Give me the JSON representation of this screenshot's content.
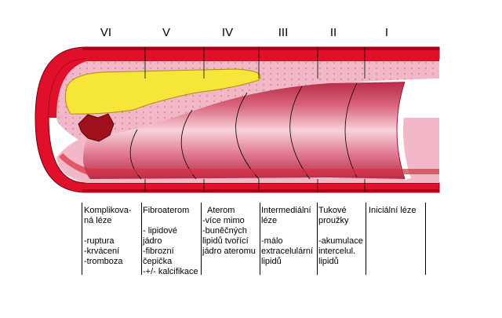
{
  "stages": [
    {
      "numeral": "VI",
      "heading": "Komplikova-\nná léze",
      "details": "\n-ruptura\n-krvácení\n-tromboza"
    },
    {
      "numeral": "V",
      "heading": "Fibroaterom",
      "details": "\n- lipidové\njádro\n-fibrozní\nčepička\n-+/- kalcifikace"
    },
    {
      "numeral": "IV",
      "heading": "Aterom",
      "details": "-více mimo\n-buněčných\nlipidů tvořící\njádro ateromu"
    },
    {
      "numeral": "III",
      "heading": "Intermediální\nléze",
      "details": "\n-málo\nextracelulární\nlipidů"
    },
    {
      "numeral": "II",
      "heading": "Tukové\nproužky",
      "details": "\n-akumulace\nintercelul.\nlipidů"
    },
    {
      "numeral": "I",
      "heading": "Iniciální léze",
      "details": ""
    }
  ],
  "colors": {
    "adventitia": "#e0102a",
    "media_pink": "#f2b8c8",
    "lipid_core": "#f7e63a",
    "lumen_dark": "#c8344f",
    "lumen_light": "#f4c6d0",
    "thrombus": "#a0101c"
  }
}
